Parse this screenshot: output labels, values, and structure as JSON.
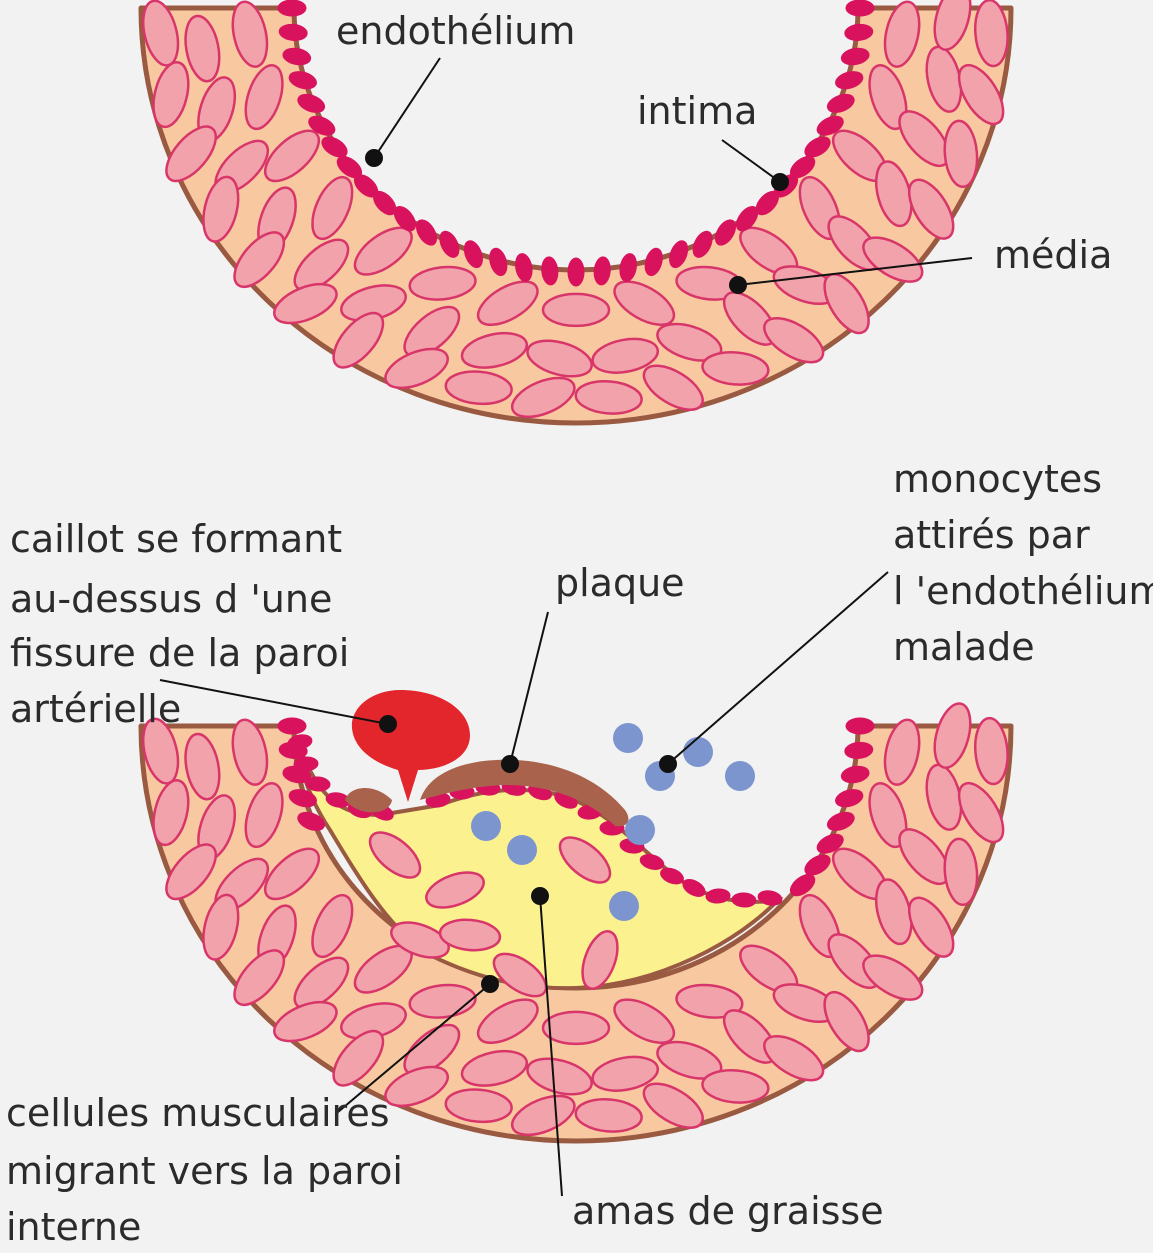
{
  "top_diagram": {
    "labels": {
      "endothelium": "endothélium",
      "intima": "intima",
      "media": "média"
    }
  },
  "bottom_diagram": {
    "labels": {
      "clot": [
        "caillot se formant",
        "au-dessus d 'une",
        "fissure de la paroi",
        "artérielle"
      ],
      "plaque": "plaque",
      "monocytes": [
        "monocytes",
        "attirés par",
        "l 'endothélium",
        "malade"
      ],
      "muscle_cells": [
        "cellules musculaires",
        "migrant vers la paroi",
        "interne"
      ],
      "fat": "amas de graisse"
    }
  },
  "colors": {
    "background": "#f2f2f2",
    "wall": "#f8c9a0",
    "wall_outline": "#9a5a42",
    "cell_fill": "#f2a2aa",
    "cell_outline": "#d8366a",
    "endothelium": "#d9125e",
    "plaque_fat": "#fbf28f",
    "plaque_cap": "#a9634c",
    "clot": "#e3262c",
    "monocyte": "#7d95cf"
  }
}
